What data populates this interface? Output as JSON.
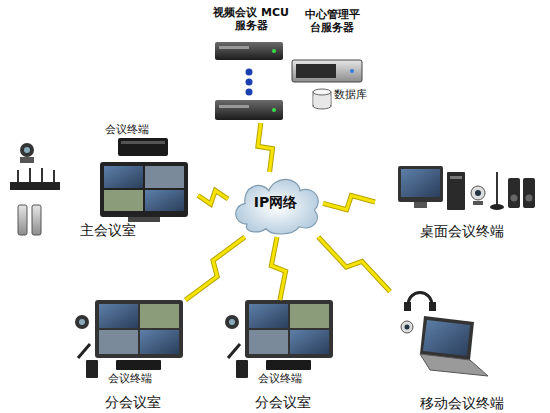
{
  "diagram": {
    "nodes": [
      {
        "text": [
          "视频会议 MCU服务器"
        ]
      },
      {
        "text": [
          "中心管理平 台服务器"
        ]
      },
      {
        "text": [
          "数据库"
        ]
      },
      {
        "text": [
          "会议终端",
          "主会议室"
        ]
      },
      {
        "text": [
          "IP网络"
        ]
      },
      {
        "text": [
          "桌面会议终端"
        ]
      },
      {
        "text": [
          "会议终端",
          "分会议室"
        ]
      },
      {
        "text": [
          "会议终端",
          "分会议室"
        ]
      },
      {
        "text": [
          "移动会议终端"
        ]
      }
    ],
    "edges": [
      {
        "from": 4,
        "to": 0,
        "arrow": "none"
      },
      {
        "from": 4,
        "to": 3,
        "arrow": "none"
      },
      {
        "from": 4,
        "to": 5,
        "arrow": "none"
      },
      {
        "from": 4,
        "to": 6,
        "arrow": "none"
      },
      {
        "from": 4,
        "to": 7,
        "arrow": "none"
      },
      {
        "from": 4,
        "to": 8,
        "arrow": "none"
      }
    ]
  }
}
